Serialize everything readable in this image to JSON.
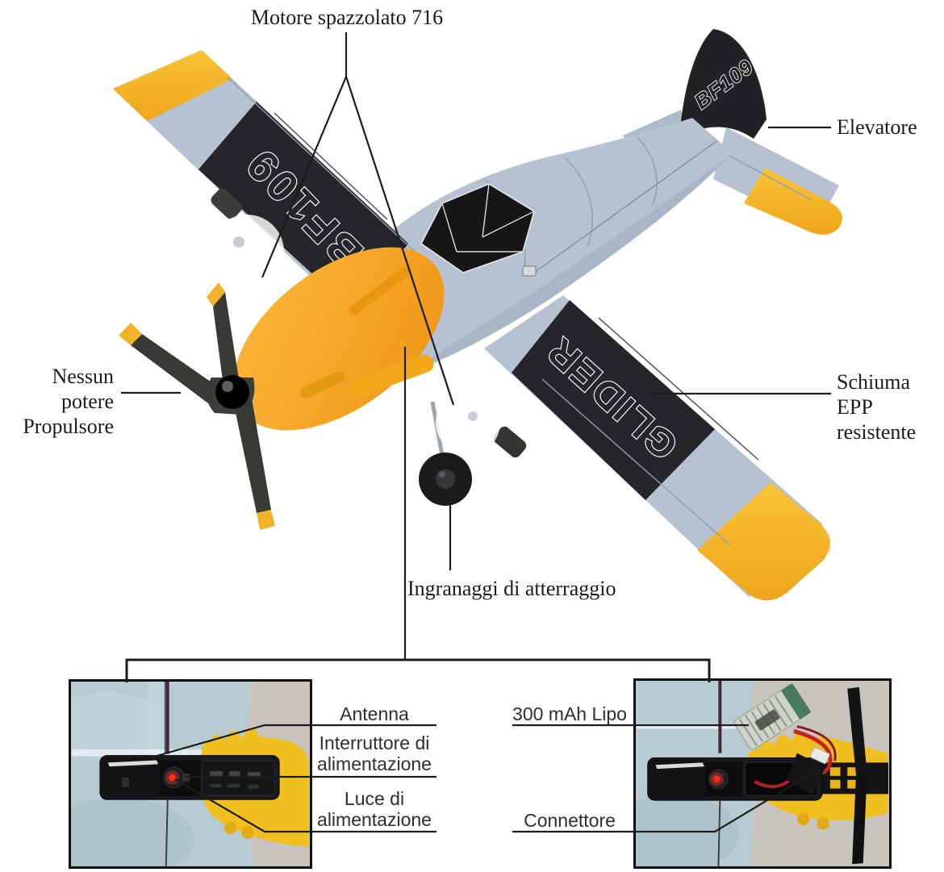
{
  "callouts": {
    "motor": "Motore spazzolato 716",
    "elevator": "Elevatore",
    "no_power_line1": "Nessun potere",
    "no_power_line2": "Propulsore",
    "epp_line1": "Schiuma EPP",
    "epp_line2": "resistente",
    "landing_gear": "Ingranaggi di atterraggio"
  },
  "inset_left": {
    "antenna": "Antenna",
    "power_switch_line1": "Interruttore di",
    "power_switch_line2": "alimentazione",
    "power_light_line1": "Luce di",
    "power_light_line2": "alimentazione"
  },
  "inset_right": {
    "battery": "300 mAh Lipo",
    "connector": "Connettore"
  },
  "decals": {
    "left_wing": "BF109",
    "right_wing": "GLIDER",
    "tail": "BF109"
  },
  "colors": {
    "background": "#ffffff",
    "foam_blue_gray": "#b6c2d2",
    "decal_panel_black": "#26262a",
    "accent_yellow": "#f6b52b",
    "nose_orange": "#f5a21e",
    "led_red": "#ff2717",
    "annotation_line": "#1c1c1c",
    "inset_foam_blue": "#b7cbd3"
  }
}
